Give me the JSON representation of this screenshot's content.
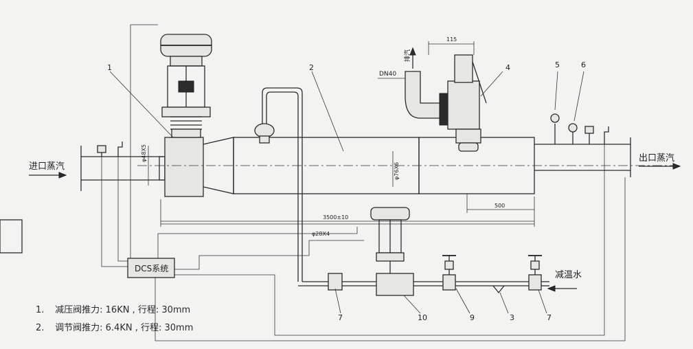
{
  "labels": {
    "inlet": "进口蒸汽",
    "outlet": "出口蒸汽",
    "cooling_water": "减温水",
    "dcs": "DCS系统",
    "exhaust": "排汽",
    "dn": "DN40"
  },
  "dimensions": {
    "d_inlet": "φ48X5",
    "d_main": "φ76X6",
    "d_small": "φ28X4",
    "length": "3500±10",
    "dist": "500",
    "width": "115"
  },
  "callouts": {
    "c1": "1",
    "c2": "2",
    "c3": "3",
    "c4": "4",
    "c5": "5",
    "c6": "6",
    "c7a": "7",
    "c7b": "7",
    "c9": "9",
    "c10": "10"
  },
  "notes": [
    {
      "num": "1.",
      "text": "减压阀推力: 16KN , 行程: 30mm"
    },
    {
      "num": "2.",
      "text": "调节阀推力: 6.4KN , 行程: 30mm"
    }
  ]
}
